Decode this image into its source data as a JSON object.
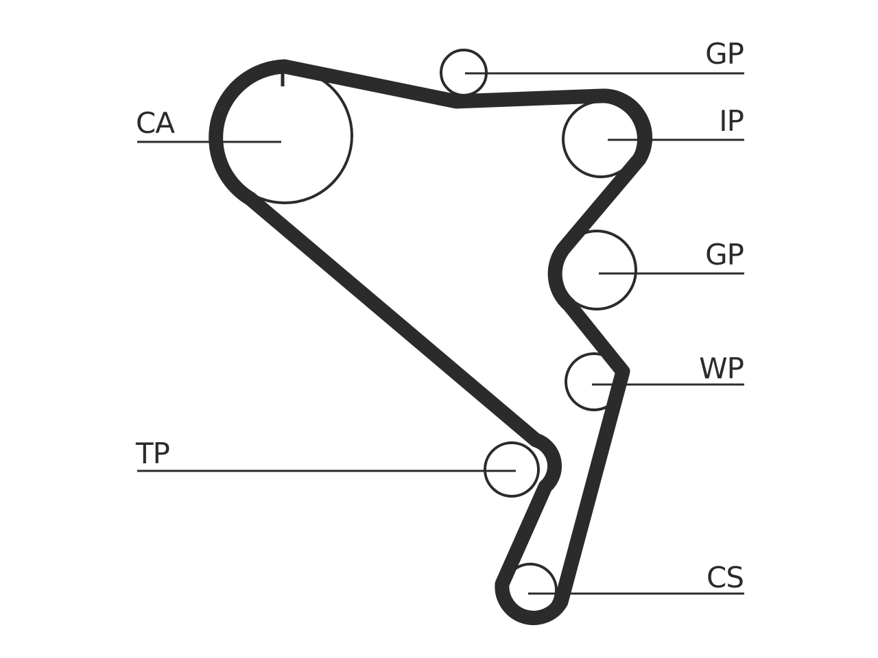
{
  "diagram": {
    "labels": {
      "ca": "CA",
      "gp_top": "GP",
      "ip": "IP",
      "gp_mid": "GP",
      "wp": "WP",
      "tp": "TP",
      "cs": "CS"
    },
    "colors": {
      "ink": "#2b2b2b",
      "background": "#ffffff"
    }
  }
}
